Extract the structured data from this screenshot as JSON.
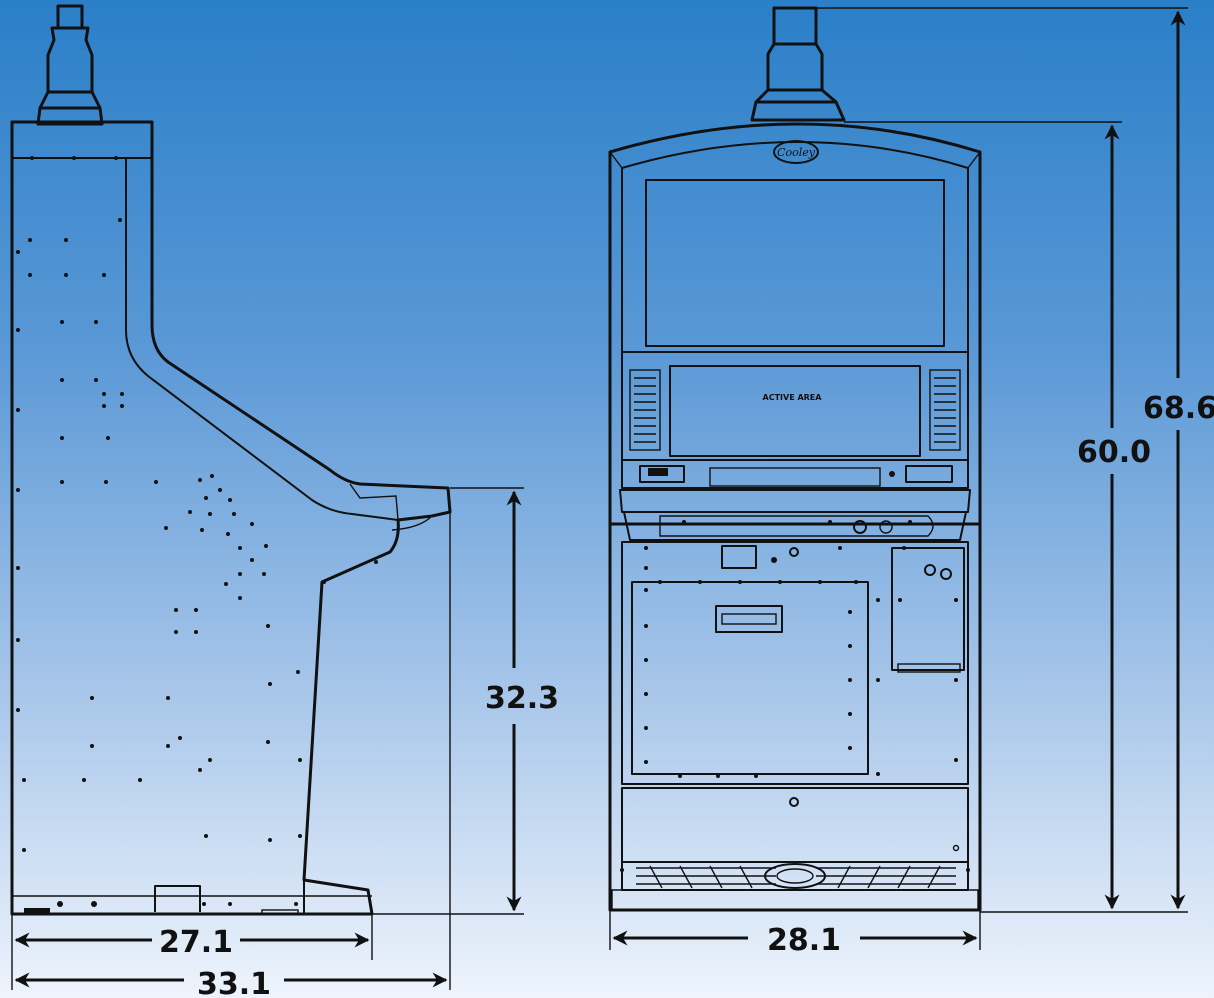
{
  "colors": {
    "background_top": "#2a7fc8",
    "background_bottom": "#eef4fc",
    "line": "#111111"
  },
  "side_view": {
    "dimensions": {
      "base_depth": "27.1",
      "overall_depth": "33.1",
      "deck_height": "32.3"
    }
  },
  "front_view": {
    "screen_label": "ACTIVE AREA",
    "logo": "Cooley",
    "dimensions": {
      "width": "28.1",
      "body_height": "60.0",
      "overall_height": "68.6"
    }
  }
}
